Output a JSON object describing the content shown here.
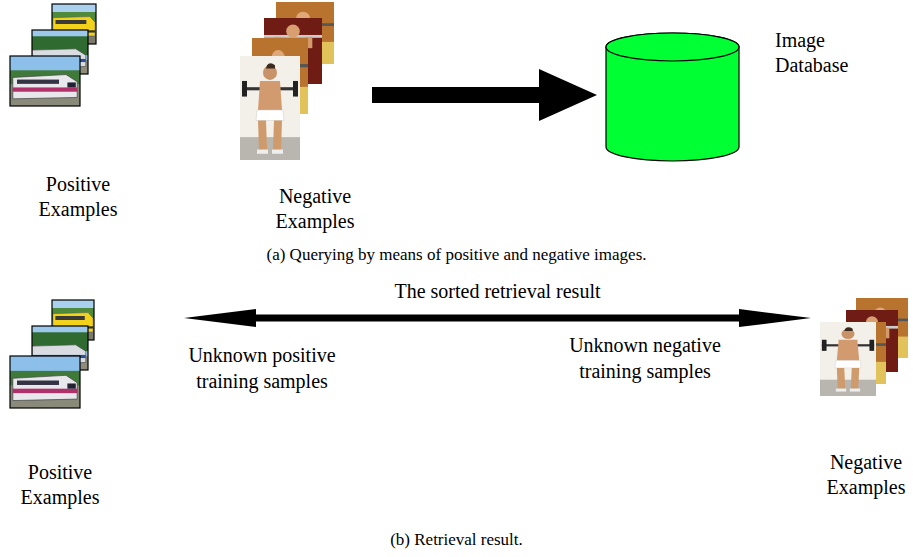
{
  "diagram": {
    "nodes": [
      {
        "text": [
          "Positive Examples"
        ]
      },
      {
        "text": [
          "Negative Examples"
        ]
      },
      {
        "text": [
          "Image Database"
        ]
      },
      {
        "text": [
          "Positive Examples"
        ]
      },
      {
        "text": [
          "Negative Examples"
        ]
      }
    ],
    "edges": [
      {
        "from": 1,
        "to": 2,
        "arrow": "to"
      },
      {
        "from": 3,
        "to": 4,
        "arrow": "both",
        "label": "The sorted retrieval result"
      }
    ],
    "labels": [
      "(a) Querying by means of positive and negative images.",
      "Unknown positive training samples",
      "Unknown negative training samples",
      "(b) Retrieval result."
    ]
  }
}
